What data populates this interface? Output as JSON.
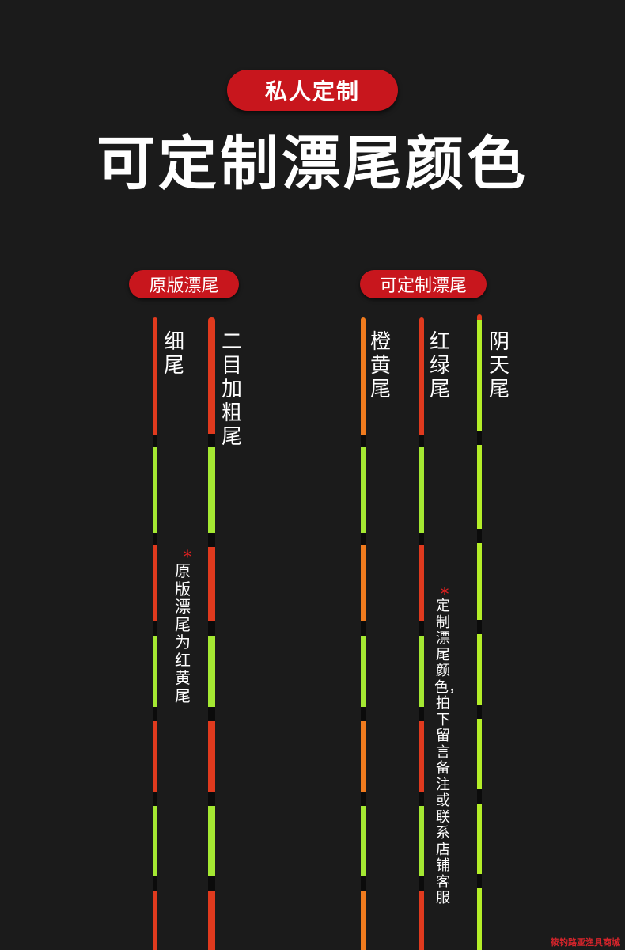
{
  "badge": "私人定制",
  "headline": "可定制漂尾颜色",
  "original_section": {
    "label": "原版漂尾",
    "tip_thin": "细尾",
    "tip_thick": "二目加粗尾",
    "note_star": "*",
    "note": "原版漂尾为红黄尾"
  },
  "custom_section": {
    "label": "可定制漂尾",
    "tip_orange": "橙黄尾",
    "tip_redgreen": "红绿尾",
    "tip_cloudy": "阴天尾",
    "note_star": "*",
    "note": "定制漂尾颜色，拍下留言备注或联系店铺客服"
  },
  "watermark": "筱钓路亚渔具商城",
  "colors": {
    "background": "#1b1b1b",
    "accent_red": "#c8161d",
    "tail_red": "#e03a1e",
    "tail_green": "#a4e832",
    "tail_orange": "#f07b1e",
    "tail_lime": "#b4ee28"
  }
}
